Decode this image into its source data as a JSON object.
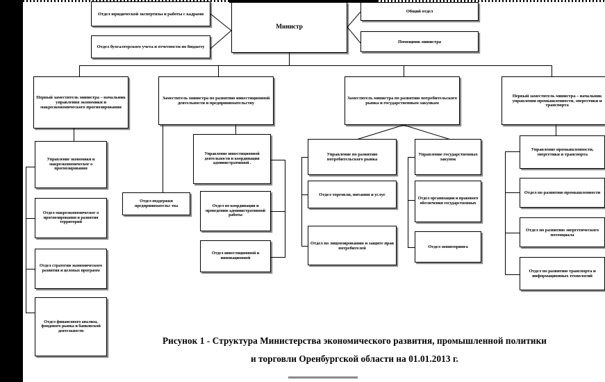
{
  "figure": {
    "caption_line1": "Рисунок 1 - Структура Министерства экономического развития, промышленной политики",
    "caption_line2": "и торговли Оренбургской области на 01.01.2013 г."
  },
  "chart_data": {
    "type": "diagram",
    "title": "Структура Министерства экономического развития, промышленной политики и торговли Оренбургской области на 01.01.2013 г.",
    "root": "Министр",
    "nodes": [
      {
        "id": "legal",
        "label": "Отдел юридической экспертизы и работы с кадрами",
        "level": "staff-left"
      },
      {
        "id": "accounting",
        "label": "Отдел бухгалтерского учета и отчетности по бюджету",
        "level": "staff-left"
      },
      {
        "id": "minister",
        "label": "Министр",
        "level": "root"
      },
      {
        "id": "general",
        "label": "Общий отдел",
        "level": "staff-right"
      },
      {
        "id": "assistant",
        "label": "Помощник министра",
        "level": "staff-right"
      },
      {
        "id": "dep1",
        "label": "Первый заместитель министра – начальник управления экономики и макроэкономического прогнозирования",
        "level": "deputy"
      },
      {
        "id": "dep2",
        "label": "Заместитель министра по развитию инвестиционной деятельности и предпринимательству",
        "level": "deputy"
      },
      {
        "id": "dep3",
        "label": "Заместитель министра по развитию потребительского рынка и государственным закупкам",
        "level": "deputy"
      },
      {
        "id": "dep4",
        "label": "Первый заместитель министра – начальник управления промышленности, энергетики и транспорта",
        "level": "deputy"
      },
      {
        "id": "u1",
        "label": "Управление экономики и макроэкономическог о прогнозирования",
        "parent": "dep1",
        "level": "unit"
      },
      {
        "id": "u1a",
        "label": "Отдел макроэкономическог о прогнозирования и развития территорий",
        "parent": "dep1",
        "level": "unit"
      },
      {
        "id": "u1b",
        "label": "Отдел стратегии экономического развития и целевых программ",
        "parent": "dep1",
        "level": "unit"
      },
      {
        "id": "u1c",
        "label": "Отдел финансового анализа, фондового рынка и банковской деятельности",
        "parent": "dep1",
        "level": "unit"
      },
      {
        "id": "u2a",
        "label": "Отдел поддержки предпринимательс тва",
        "parent": "dep2",
        "level": "unit"
      },
      {
        "id": "u2",
        "label": "Управление инвестиционной деятельности и координации административной .",
        "parent": "dep2",
        "level": "unit"
      },
      {
        "id": "u2b",
        "label": "Отдел по координации и проведению административной работы",
        "parent": "u2",
        "level": "unit"
      },
      {
        "id": "u2c",
        "label": "Отдел инвестиционной и инновационной",
        "parent": "u2",
        "level": "unit"
      },
      {
        "id": "u3",
        "label": "Управление по развитию потребительского рынка",
        "parent": "dep3",
        "level": "unit"
      },
      {
        "id": "u3a",
        "label": "Отдел торговли, питания и услуг",
        "parent": "u3",
        "level": "unit"
      },
      {
        "id": "u3b",
        "label": "Отдел по лицензированию и защите прав потребителей",
        "parent": "u3",
        "level": "unit"
      },
      {
        "id": "u4",
        "label": "Управление государственных закупок",
        "parent": "dep3",
        "level": "unit"
      },
      {
        "id": "u4a",
        "label": "Отдел организации и правового обеспечения государственных",
        "parent": "u4",
        "level": "unit"
      },
      {
        "id": "u4b",
        "label": "Отдел мониторинга",
        "parent": "u4",
        "level": "unit"
      },
      {
        "id": "u5",
        "label": "Управление промышленности, энергетики и транспорта",
        "parent": "dep4",
        "level": "unit"
      },
      {
        "id": "u5a",
        "label": "Отдел по развитию промышленности",
        "parent": "u5",
        "level": "unit"
      },
      {
        "id": "u5b",
        "label": "Отдел  по развитию энергетического потенциала",
        "parent": "u5",
        "level": "unit"
      },
      {
        "id": "u5c",
        "label": "Отдел по развитию транспорта и информационных технологий",
        "parent": "u5",
        "level": "unit"
      }
    ]
  },
  "boxes": {
    "legal": "Отдел юридической экспертизы и работы с кадрами",
    "accounting": "Отдел бухгалтерского учета и отчетности по бюджету",
    "minister": "Министр",
    "general": "Общий отдел",
    "assistant": "Помощник министра",
    "dep1": "Первый заместитель министра – начальник управления экономики и макроэкономического прогнозирования",
    "dep2": "Заместитель министра по развитию инвестиционной деятельности и предпринимательству",
    "dep3": "Заместитель министра по развитию потребительского рынка и государственным закупкам",
    "dep4": "Первый заместитель министра – начальник управления промышленности, энергетики и транспорта",
    "u1": "Управление экономики и макроэкономическог о  прогнозирования",
    "u1a": "Отдел макроэкономическог о прогнозирования и развития территорий",
    "u1b": "Отдел стратегии экономического развития и целевых программ",
    "u1c": "Отдел финансового анализа, фондового рынка и банковской деятельности",
    "u2a": "Отдел поддержки предпринимательс тва",
    "u2": "Управление инвестиционной деятельности и координации административной .",
    "u2b": "Отдел  по координации и проведению административной работы",
    "u2c": "Отдел инвестиционной и инновационной",
    "u3": "Управление по развитию потребительского рынка",
    "u3a": "Отдел торговли, питания и услуг",
    "u3b": "Отдел по лицензированию и защите прав потребителей",
    "u4": "Управление государственных закупок",
    "u4a": "Отдел организации и правового обеспечения государственных",
    "u4b": "Отдел мониторинга",
    "u5": "Управление промышленности, энергетики и транспорта",
    "u5a": "Отдел по развитию промышленности",
    "u5b": "Отдел  по развитию энергетического потенциала",
    "u5c": "Отдел по развитию транспорта и информационных технологий"
  }
}
